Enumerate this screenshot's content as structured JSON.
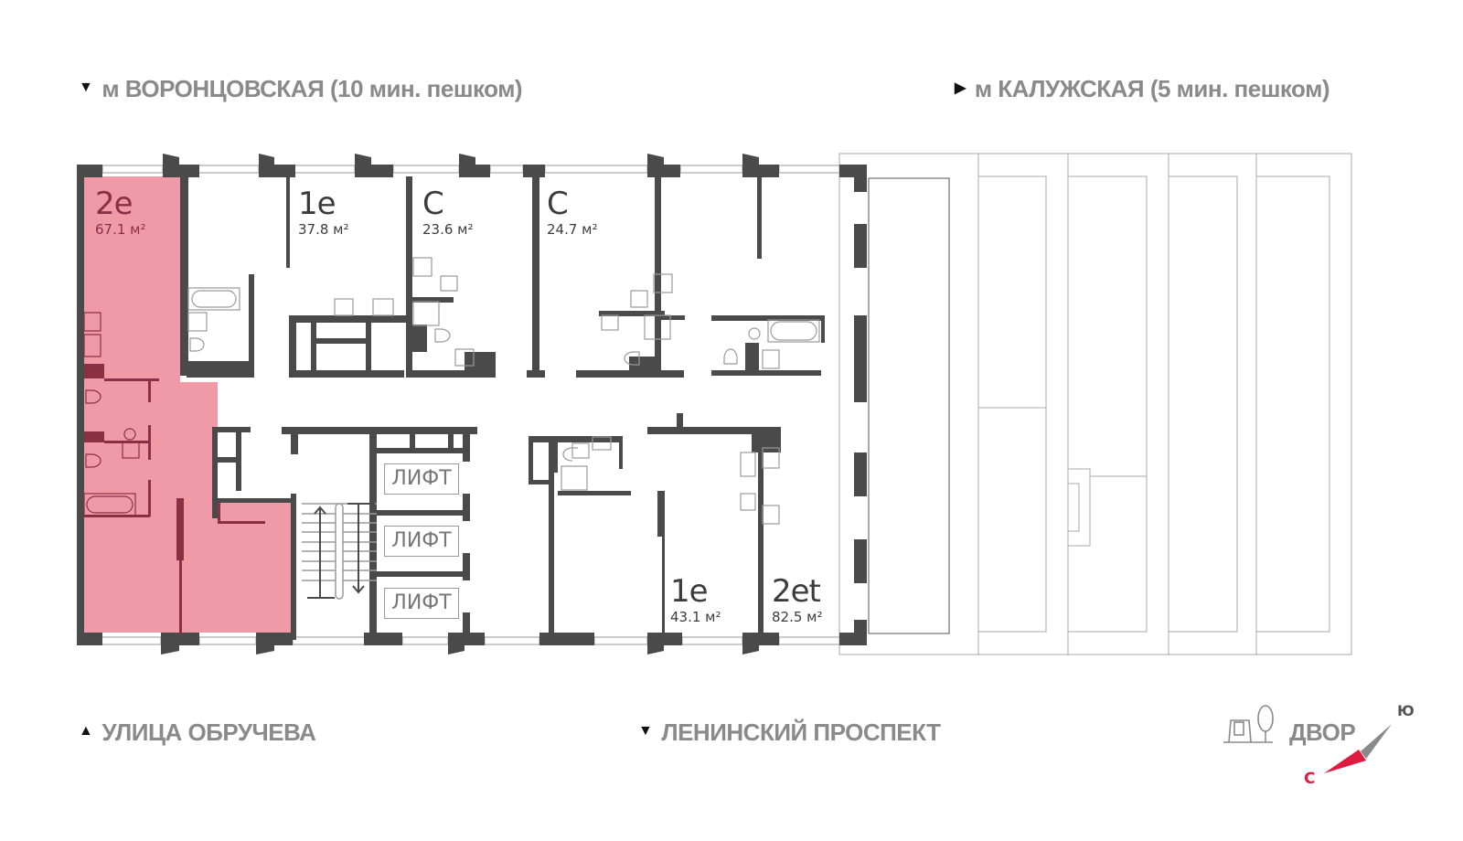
{
  "directions": {
    "top_left": {
      "arrow": "▼",
      "text": "м ВОРОНЦОВСКАЯ  (10 мин. пешком)"
    },
    "top_right": {
      "arrow": "▶",
      "text": "м КАЛУЖСКАЯ (5 мин. пешком)"
    },
    "bottom_left": {
      "arrow": "▲",
      "text": "УЛИЦА ОБРУЧЕВА"
    },
    "bottom_center": {
      "arrow": "▼",
      "text": "ЛЕНИНСКИЙ ПРОСПЕКТ"
    },
    "bottom_right": {
      "icon": "courtyard-icon",
      "text": "ДВОР"
    }
  },
  "compass": {
    "north": "С",
    "south": "Ю"
  },
  "units": [
    {
      "code": "2e",
      "area": "67.1 м²",
      "selected": true
    },
    {
      "code": "1e",
      "area": "37.8 м²",
      "selected": false
    },
    {
      "code": "С",
      "area": "23.6 м²",
      "selected": false
    },
    {
      "code": "С",
      "area": "24.7 м²",
      "selected": false
    },
    {
      "code": "1e",
      "area": "43.1 м²",
      "selected": false
    },
    {
      "code": "2et",
      "area": "82.5 м²",
      "selected": false
    }
  ],
  "lifts": [
    "ЛИФТ",
    "ЛИФТ",
    "ЛИФТ"
  ],
  "colors": {
    "wall": "#4a4a4a",
    "selected_fill": "#f09aa8",
    "selected_wall": "#8b2f42",
    "compass_red": "#e0193e",
    "compass_gray": "#8a8a8a",
    "text_gray": "#8a8a8a"
  }
}
